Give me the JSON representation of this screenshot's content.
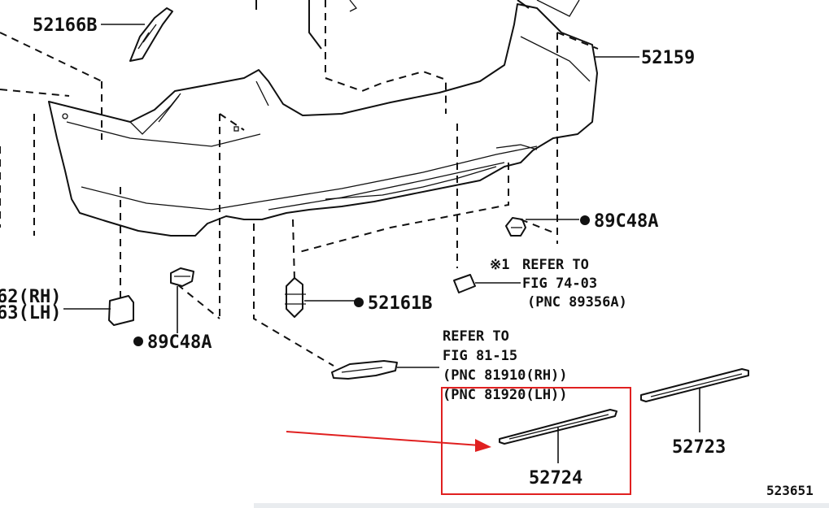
{
  "diagram": {
    "part_labels": {
      "p52166B": "52166B",
      "p52159": "52159",
      "p89C48A_right": "89C48A",
      "p89C48A_left": "89C48A",
      "p52161B": "52161B",
      "p52723": "52723",
      "p52724": "52724",
      "rh_partial": "62(RH)",
      "lh_partial": "63(LH)"
    },
    "refer_note_1": {
      "marker": "※1",
      "line1": "REFER TO",
      "line2": "FIG 74-03",
      "line3": "(PNC 89356A)"
    },
    "refer_note_2": {
      "line1": "REFER TO",
      "line2": "FIG 81-15",
      "line3": "(PNC 81910(RH))",
      "line4": "(PNC 81920(LH))"
    },
    "figure_id": "523651"
  },
  "colors": {
    "line": "#111111",
    "highlight": "#e02020",
    "background": "#ffffff"
  }
}
